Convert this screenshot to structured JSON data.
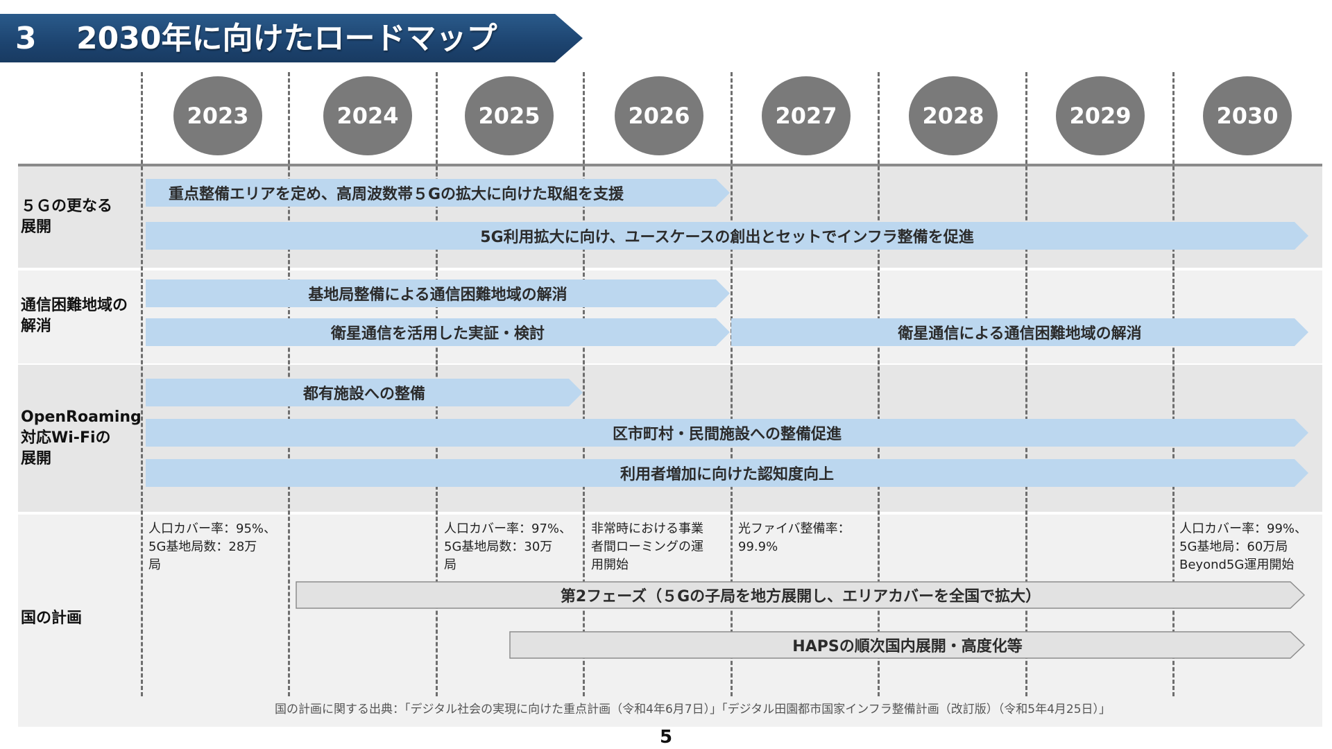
{
  "title": {
    "number": "3",
    "text": "2030年に向けたロードマップ"
  },
  "years": [
    "2023",
    "2024",
    "2025",
    "2026",
    "2027",
    "2028",
    "2029",
    "2030"
  ],
  "rows": {
    "fiveg": {
      "label": "５Ｇの更なる\n展開"
    },
    "difficult": {
      "label": "通信困難地域の\n解消"
    },
    "wifi": {
      "label": "OpenRoaming\n対応Wi-Fiの\n展開"
    },
    "plan": {
      "label": "国の計画"
    }
  },
  "arrows": {
    "fiveg_1": "重点整備エリアを定め、高周波数帯５Gの拡大に向けた取組を支援",
    "fiveg_2": "5G利用拡大に向け、ユースケースの創出とセットでインフラ整備を促進",
    "difficult_1": "基地局整備による通信困難地域の解消",
    "difficult_2": "衛星通信を活用した実証・検討",
    "difficult_3": "衛星通信による通信困難地域の解消",
    "wifi_1": "都有施設への整備",
    "wifi_2": "区市町村・民間施設への整備促進",
    "wifi_3": "利用者増加に向けた認知度向上",
    "plan_1": "第2フェーズ（５Gの子局を地方展開し、エリアカバーを全国で拡大）",
    "plan_2": "HAPSの順次国内展開・高度化等"
  },
  "notes": {
    "y2023": "人口カバー率：95%、\n5G基地局数：28万\n局",
    "y2025": "人口カバー率：97%、\n5G基地局数：30万\n局",
    "y2026": "非常時における事業\n者間ローミングの運\n用開始",
    "y2027": "光ファイバ整備率：\n99.9%",
    "y2030": "人口カバー率：99%、\n5G基地局：60万局\nBeyond5G運用開始"
  },
  "source": "国の計画に関する出典：「デジタル社会の実現に向けた重点計画（令和4年6月7日）」「デジタル田園都市国家インフラ整備計画（改訂版）（令和5年4月25日）」",
  "page_number": "5",
  "colors": {
    "banner": "#1d4470",
    "year_circle": "#7a7a7a",
    "arrow_blue": "#bcd7ef",
    "arrow_gray": "#e2e2e2",
    "row_dark": "#e6e6e6",
    "row_light": "#f1f1f1"
  }
}
